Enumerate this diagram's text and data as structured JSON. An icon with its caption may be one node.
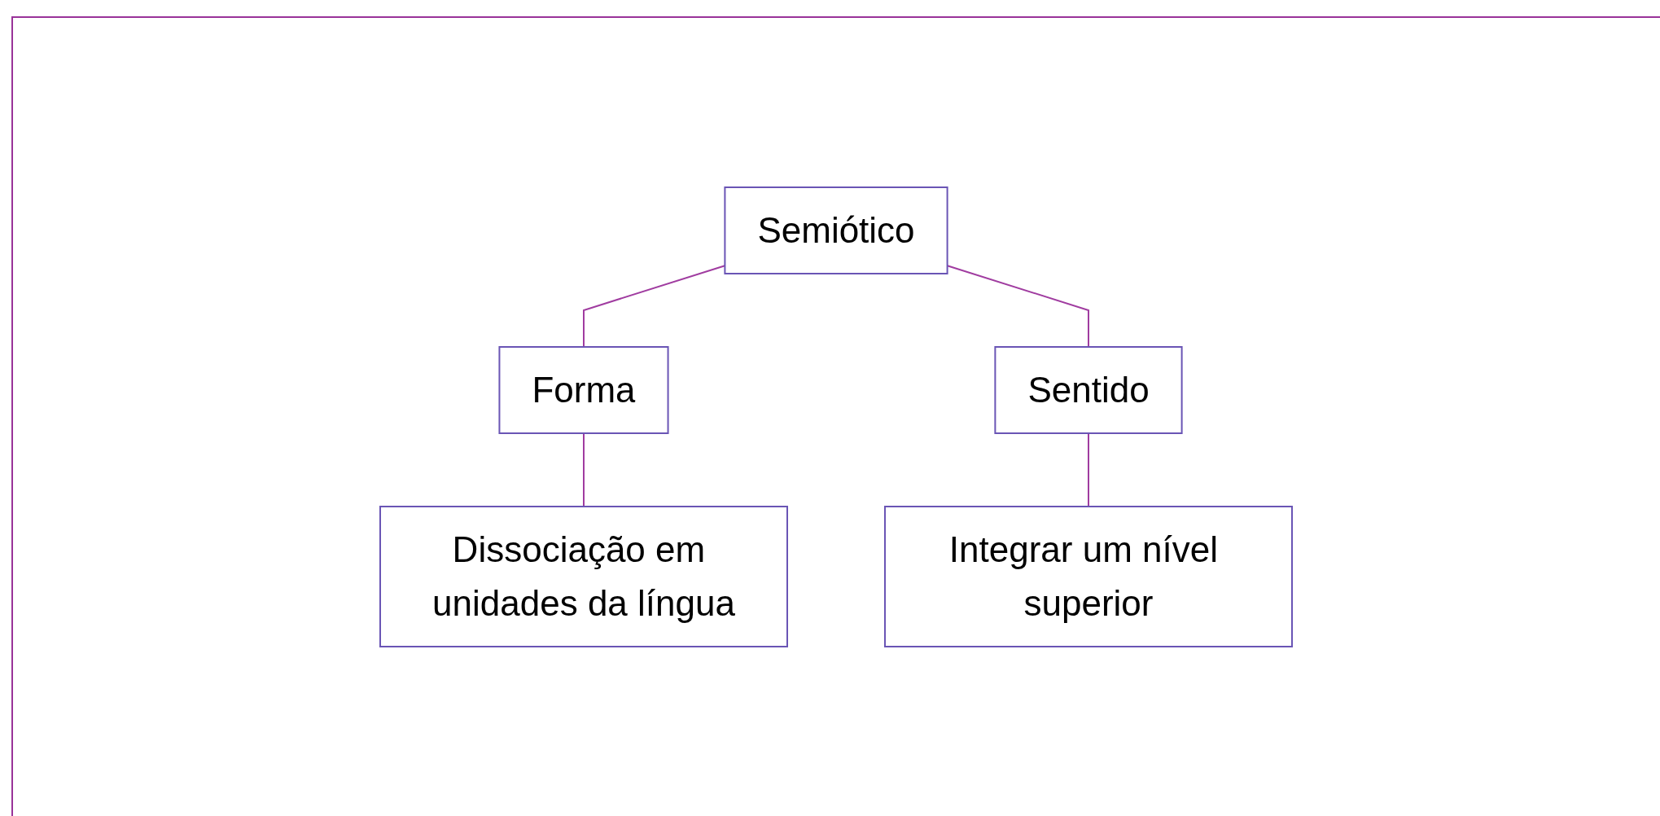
{
  "diagram": {
    "nodes": [
      {
        "text": [
          "Semiótico"
        ]
      },
      {
        "text": [
          "Forma"
        ]
      },
      {
        "text": [
          "Sentido"
        ]
      },
      {
        "text": [
          "Dissociação em unidades da língua"
        ]
      },
      {
        "text": [
          "Integrar um nível superior"
        ]
      }
    ],
    "edges": [
      {
        "from": 0,
        "to": 1,
        "arrow": "none"
      },
      {
        "from": 0,
        "to": 2,
        "arrow": "none"
      },
      {
        "from": 1,
        "to": 3,
        "arrow": "none"
      },
      {
        "from": 2,
        "to": 4,
        "arrow": "none"
      }
    ]
  }
}
